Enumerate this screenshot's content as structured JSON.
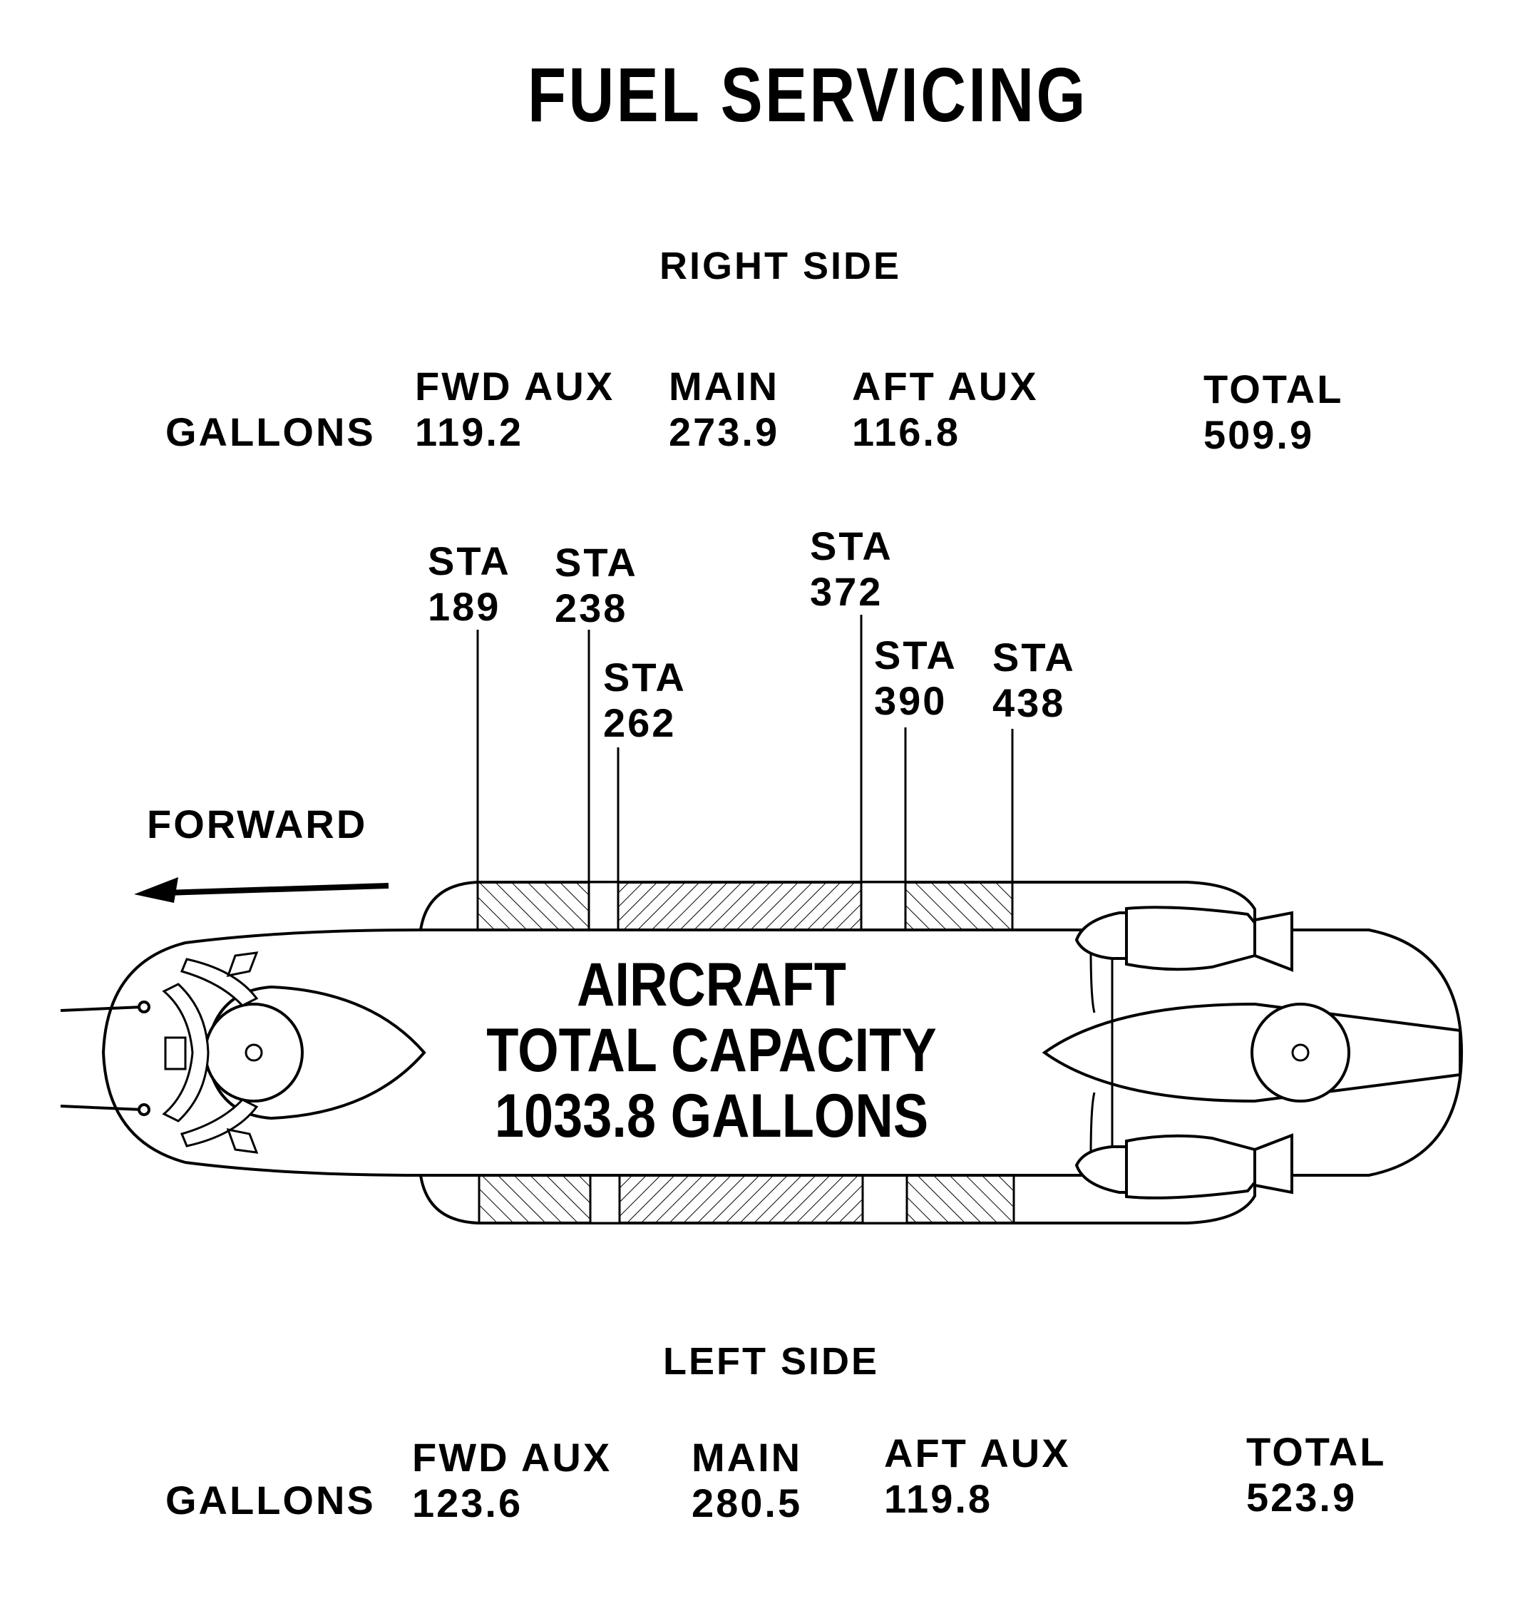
{
  "title": "FUEL SERVICING",
  "right_side": {
    "label": "RIGHT SIDE",
    "row_label": "GALLONS",
    "columns": [
      {
        "header": "FWD AUX",
        "value": "119.2"
      },
      {
        "header": "MAIN",
        "value": "273.9"
      },
      {
        "header": "AFT AUX",
        "value": "116.8"
      },
      {
        "header": "TOTAL",
        "value": "509.9"
      }
    ]
  },
  "left_side": {
    "label": "LEFT SIDE",
    "row_label": "GALLONS",
    "columns": [
      {
        "header": "FWD AUX",
        "value": "123.6"
      },
      {
        "header": "MAIN",
        "value": "280.5"
      },
      {
        "header": "AFT AUX",
        "value": "119.8"
      },
      {
        "header": "TOTAL",
        "value": "523.9"
      }
    ]
  },
  "stations": [
    {
      "label": "STA",
      "number": "189"
    },
    {
      "label": "STA",
      "number": "238"
    },
    {
      "label": "STA",
      "number": "262"
    },
    {
      "label": "STA",
      "number": "372"
    },
    {
      "label": "STA",
      "number": "390"
    },
    {
      "label": "STA",
      "number": "438"
    }
  ],
  "forward_label": "FORWARD",
  "capacity": {
    "line1": "AIRCRAFT",
    "line2": "TOTAL CAPACITY",
    "line3": "1033.8 GALLONS"
  }
}
